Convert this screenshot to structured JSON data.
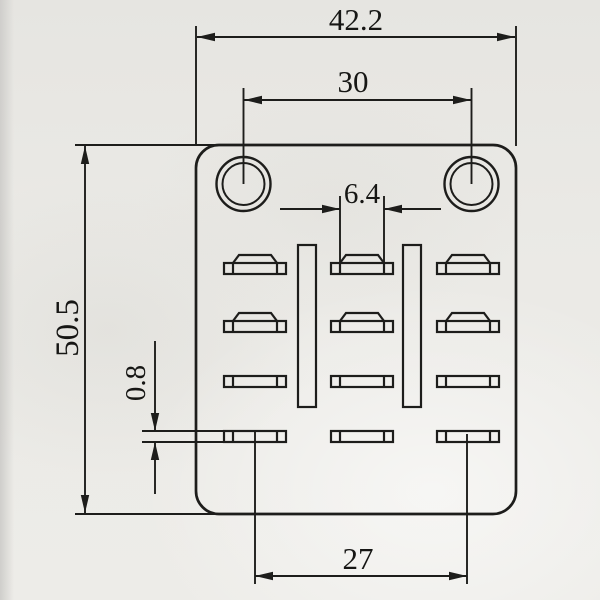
{
  "drawing": {
    "title": "relay-socket-mounting-plate-dimension-drawing",
    "dims": {
      "overall_width": "42.2",
      "hole_spacing": "30",
      "center_slot_width": "6.4",
      "overall_height": "50.5",
      "slot_thickness": "0.8",
      "pin_row_span": "27"
    },
    "colors": {
      "ink": "#1d1d1b",
      "paper": "#ebeae6"
    }
  }
}
